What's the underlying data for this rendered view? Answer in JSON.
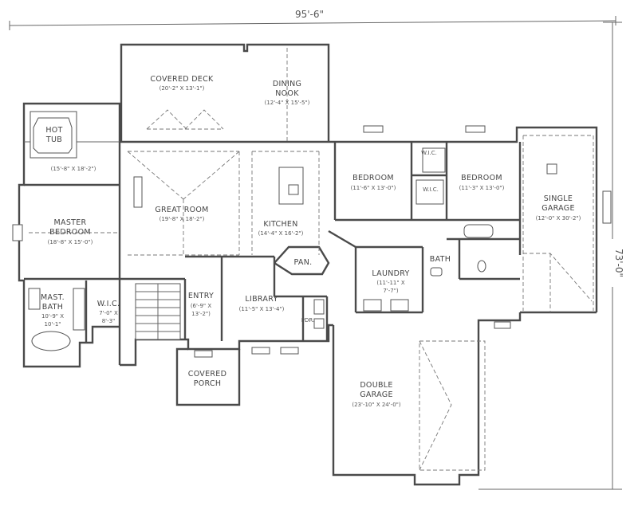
{
  "overall": {
    "width": "95'-6\"",
    "depth": "73'-0\""
  },
  "rooms": {
    "covered_deck": {
      "name": "COVERED DECK",
      "size": "(20'-2\" X 13'-1\")"
    },
    "dining_nook": {
      "name1": "DINING",
      "name2": "NOOK",
      "size": "(12'-4\" X 15'-5\")"
    },
    "hot_tub": {
      "name1": "HOT",
      "name2": "TUB",
      "size": "(15'-8\" X 18'-2\")"
    },
    "great_room": {
      "name": "GREAT ROOM",
      "size": "(19'-8\" X 18'-2\")"
    },
    "master_bedroom": {
      "name1": "MASTER",
      "name2": "BEDROOM",
      "size": "(18'-8\" X 15'-0\")"
    },
    "kitchen": {
      "name": "KITCHEN",
      "size": "(14'-4\" X 16'-2\")"
    },
    "pantry": {
      "name": "PAN."
    },
    "bedroom_1": {
      "name": "BEDROOM",
      "size": "(11'-6\" X 13'-0\")"
    },
    "wic_upper": {
      "name": "W.I.C."
    },
    "wic_lower": {
      "name": "W.I.C."
    },
    "bedroom_2": {
      "name": "BEDROOM",
      "size": "(11'-3\" X 13'-0\")"
    },
    "single_garage": {
      "name1": "SINGLE",
      "name2": "GARAGE",
      "size": "(12'-0\" X 30'-2\")"
    },
    "bath": {
      "name": "BATH"
    },
    "laundry": {
      "name": "LAUNDRY",
      "size1": "(11'-11\" X",
      "size2": "7'-7\")"
    },
    "mast_bath": {
      "name1": "MAST.",
      "name2": "BATH",
      "size1": "10'-9\" X",
      "size2": "10'-1\""
    },
    "wic_master": {
      "name": "W.I.C.",
      "size1": "7'-0\" X",
      "size2": "8'-3\""
    },
    "entry": {
      "name": "ENTRY",
      "size1": "(6'-9\" X",
      "size2": "13'-2\")"
    },
    "library": {
      "name": "LIBRARY",
      "size": "(11'-5\" X 13'-4\")"
    },
    "powder": {
      "name": "PDR."
    },
    "covered_porch": {
      "name1": "COVERED",
      "name2": "PORCH"
    },
    "double_garage": {
      "name1": "DOUBLE",
      "name2": "GARAGE",
      "size": "(23'-10\" X 24'-0\")"
    }
  }
}
